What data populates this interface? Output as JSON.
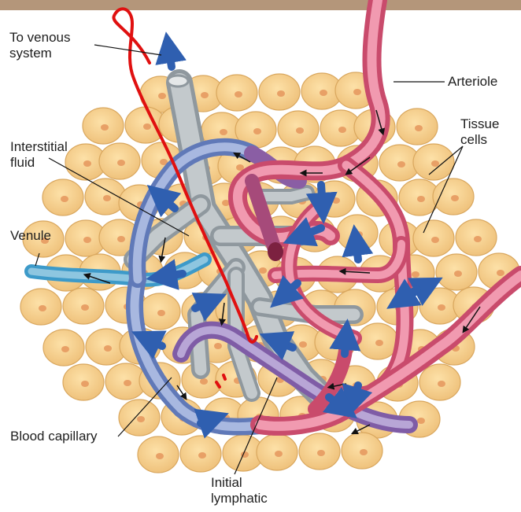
{
  "colors": {
    "header_band": "#b4967a",
    "tissue_cell": "#f6cf8c",
    "tissue_nucleus": "#e8a066",
    "arterial": "#d64f73",
    "venous": "#6f88bf",
    "lymphatic": "#9ea7ad",
    "flow_arrow": "#2f5fb0",
    "annotation_ink": "#e01010"
  },
  "labels": {
    "to_venous_system": "To venous\nsystem",
    "arteriole": "Arteriole",
    "tissue_cells": "Tissue\ncells",
    "interstitial_fluid": "Interstitial\nfluid",
    "venule": "Venule",
    "blood_capillary": "Blood capillary",
    "initial_lymphatic": "Initial\nlymphatic"
  }
}
